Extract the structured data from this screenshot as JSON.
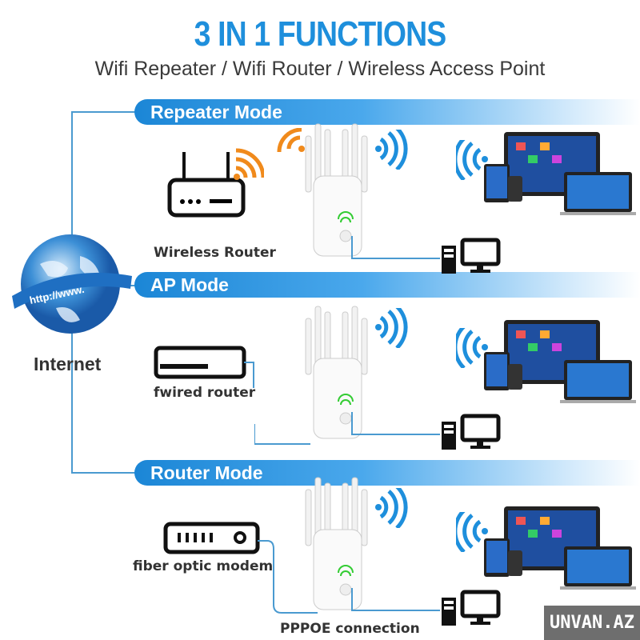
{
  "title": "3 IN 1 FUNCTIONS",
  "subtitle": "Wifi Repeater / Wifi Router / Wireless Access Point",
  "globe": {
    "text": "http://www.",
    "label": "Internet"
  },
  "modes": [
    {
      "name": "Repeater Mode",
      "source_label": "Wireless Router"
    },
    {
      "name": "AP Mode",
      "source_label": "fwired router"
    },
    {
      "name": "Router Mode",
      "source_label": "fiber optic modem",
      "connection_label": "PPPOE connection"
    }
  ],
  "watermark": "UNVAN.AZ",
  "colors": {
    "accent": "#1e8fdc",
    "wifi_orange": "#f08a1c",
    "line": "#4a9ad0"
  }
}
